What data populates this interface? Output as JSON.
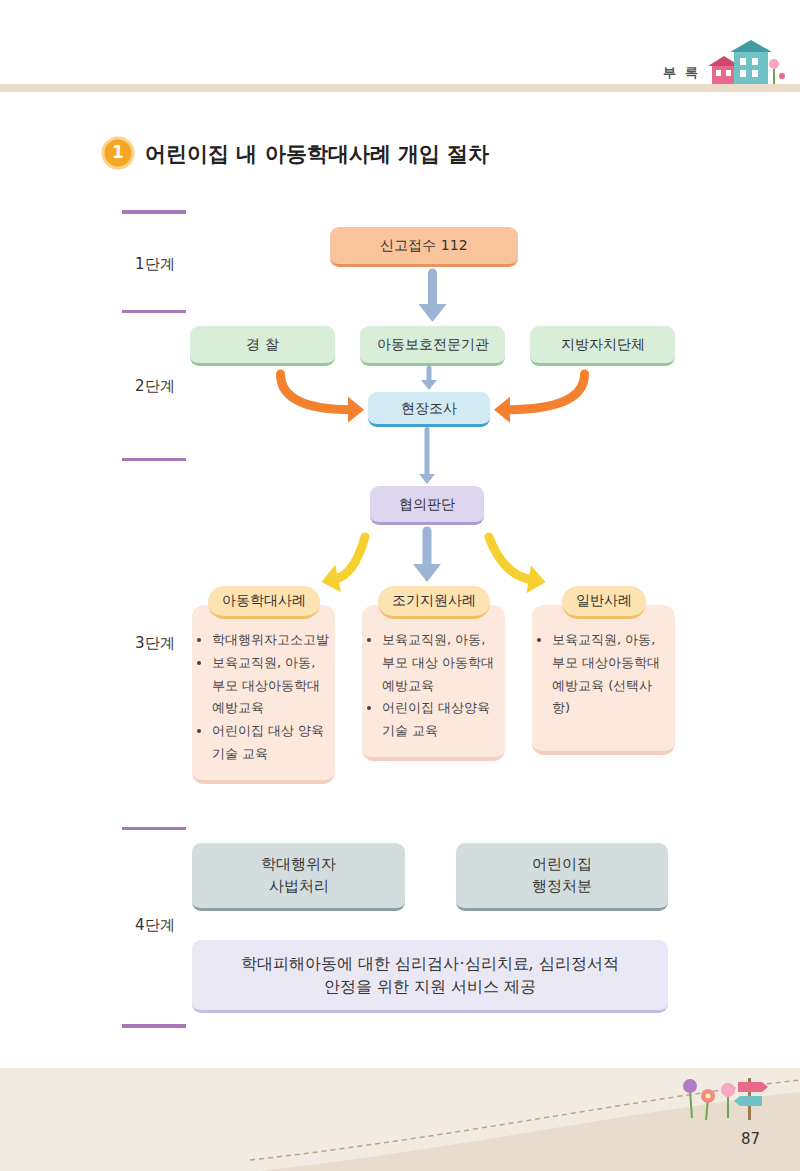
{
  "diagram": {
    "title": "어린이집 내 아동학대사례 개입 절차",
    "nodes": [
      {
        "text": [
          "신고접수 112"
        ]
      },
      {
        "text": [
          "경 찰"
        ]
      },
      {
        "text": [
          "아동보호전문기관"
        ]
      },
      {
        "text": [
          "지방자치단체"
        ]
      },
      {
        "text": [
          "현장조사"
        ]
      },
      {
        "text": [
          "협의판단"
        ]
      },
      {
        "text": [
          "아동학대사례",
          "학대행위자고소고발",
          "보육교직원, 아동, 부모 대상아동학대 예방교육",
          "어린이집 대상 양육기술 교육"
        ]
      },
      {
        "text": [
          "조기지원사례",
          "보육교직원, 아동, 부모 대상 아동학대 예방교육",
          "어린이집 대상양육기술 교육"
        ]
      },
      {
        "text": [
          "일반사례",
          "보육교직원, 아동, 부모 대상아동학대 예방교육 (선택사항)"
        ]
      },
      {
        "text": [
          "학대행위자 사법처리"
        ]
      },
      {
        "text": [
          "어린이집 행정처분"
        ]
      },
      {
        "text": [
          "학대피해아동에 대한 심리검사·심리치료, 심리정서적 안정을 위한 지원 서비스 제공"
        ]
      }
    ],
    "edges": [
      {
        "from": 0,
        "to": 2,
        "arrow": "to"
      },
      {
        "from": 1,
        "to": 4,
        "arrow": "to"
      },
      {
        "from": 2,
        "to": 4,
        "arrow": "to"
      },
      {
        "from": 3,
        "to": 4,
        "arrow": "to"
      },
      {
        "from": 4,
        "to": 5,
        "arrow": "to"
      },
      {
        "from": 5,
        "to": 6,
        "arrow": "to"
      },
      {
        "from": 5,
        "to": 7,
        "arrow": "to"
      },
      {
        "from": 5,
        "to": 8,
        "arrow": "to"
      }
    ],
    "labels": [
      "부 록",
      "1",
      "1단계",
      "2단계",
      "3단계",
      "4단계",
      "87"
    ]
  }
}
